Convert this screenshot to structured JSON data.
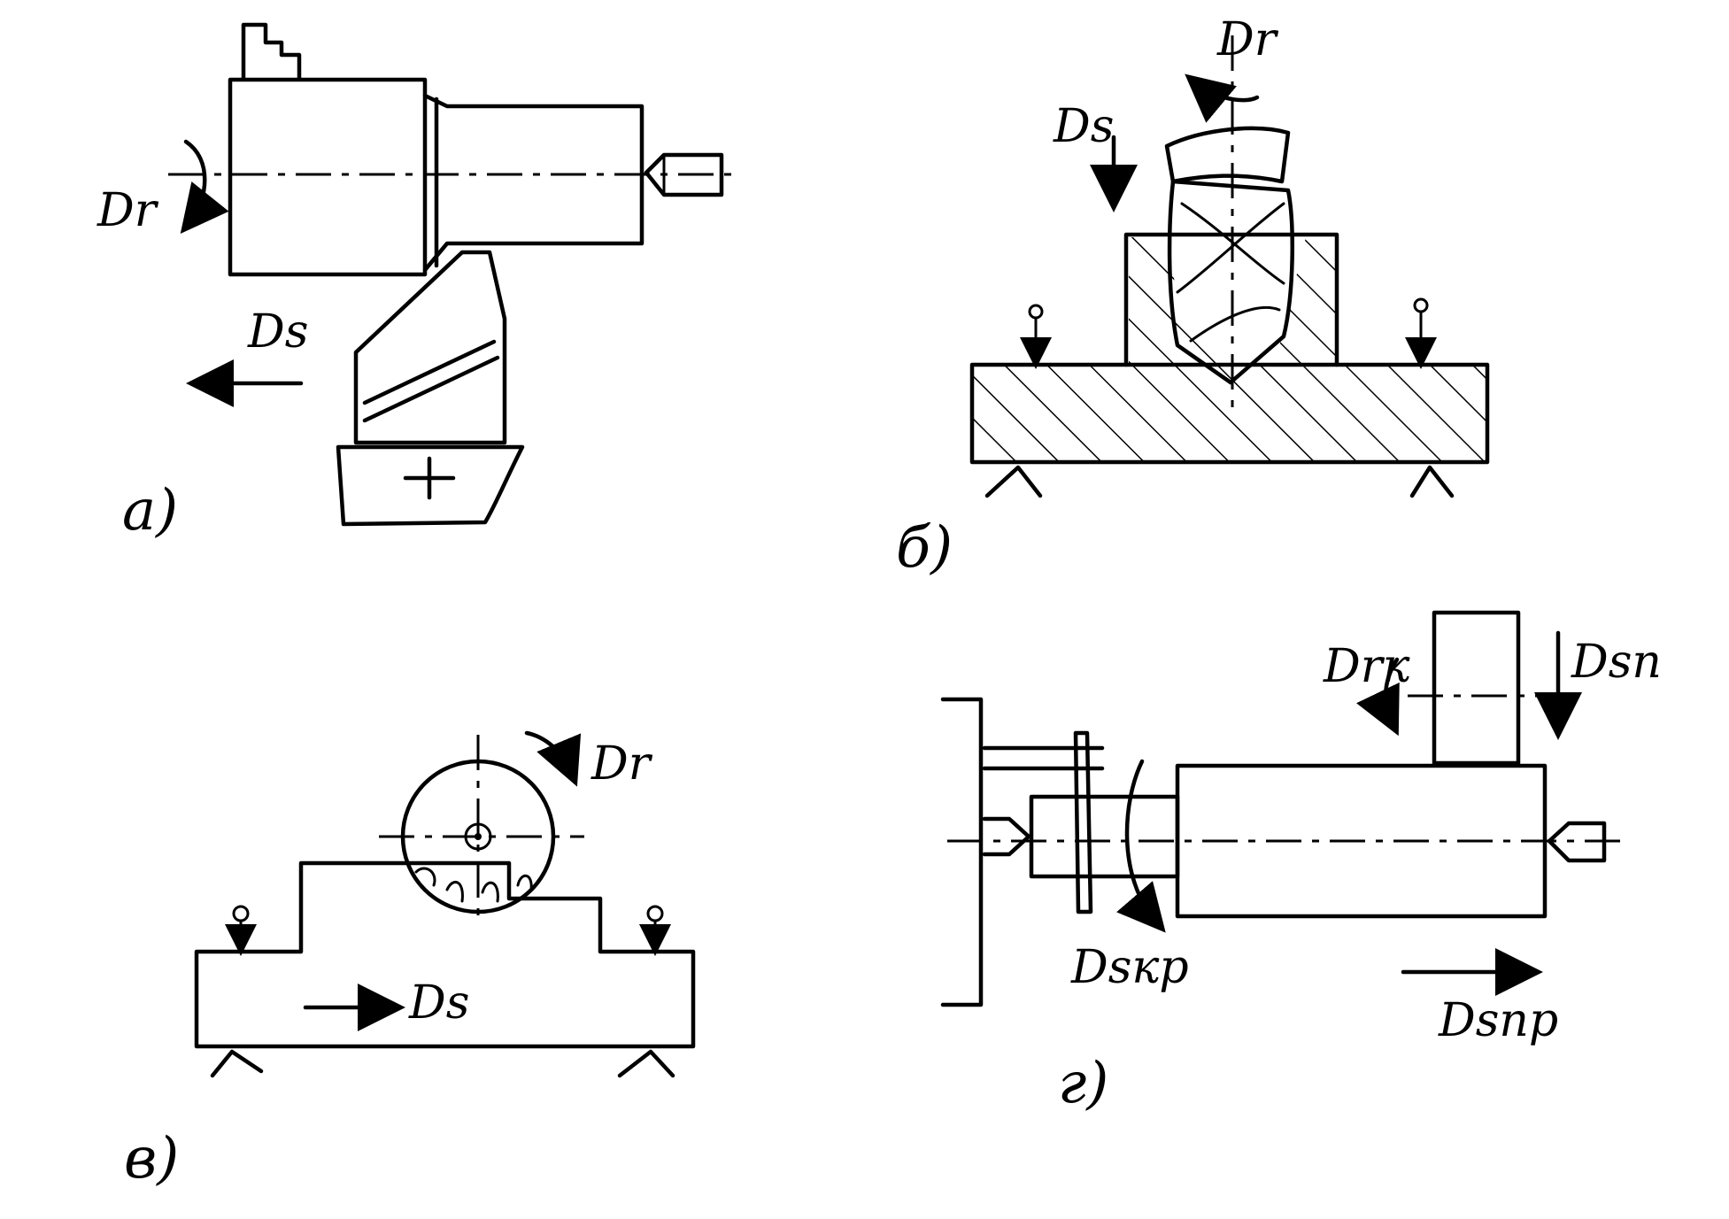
{
  "colors": {
    "ink": "#000000",
    "background": "#ffffff"
  },
  "figures": {
    "a": {
      "label": "а)",
      "motions": {
        "main": "Dr",
        "feed": "Ds"
      }
    },
    "b": {
      "label": "б)",
      "motions": {
        "main": "Dr",
        "feed": "Ds"
      }
    },
    "v": {
      "label": "в)",
      "motions": {
        "main": "Dr",
        "feed": "Ds"
      }
    },
    "g": {
      "label": "г)",
      "motions": {
        "wheel_rotation": "Drк",
        "plunge_feed": "Dsп",
        "circular_feed": "Dsкр",
        "longitudinal_feed": "Dsпр"
      }
    }
  }
}
